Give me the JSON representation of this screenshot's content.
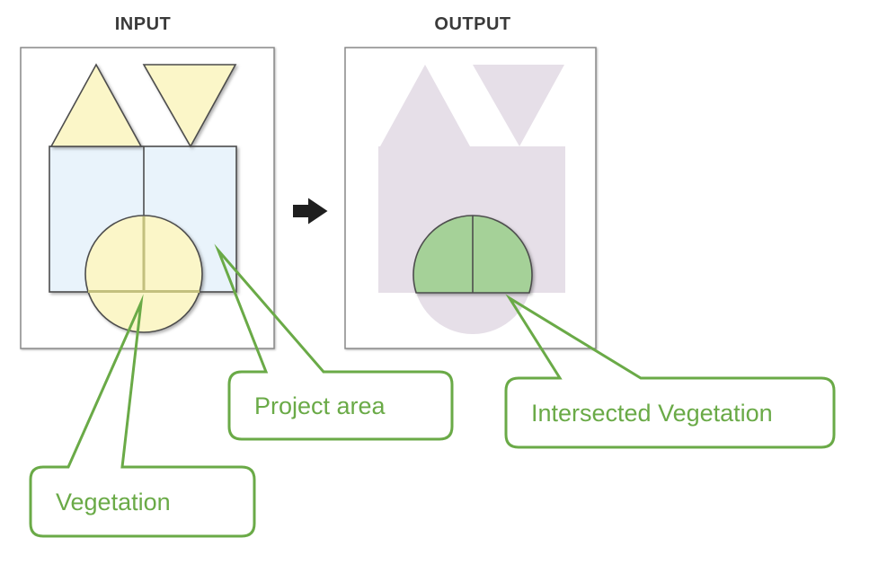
{
  "titles": {
    "input": "INPUT",
    "output": "OUTPUT"
  },
  "callouts": {
    "vegetation": "Vegetation",
    "project_area": "Project area",
    "intersected_vegetation": "Intersected Vegetation"
  },
  "icons": {
    "transform_arrow": "right-arrow"
  },
  "colors": {
    "vegetation_fill": "#fbf6c8",
    "project_area_fill": "#e9f3fb",
    "silhouette_fill": "#e6dfe8",
    "intersected_fill": "#a5d198",
    "callout_green": "#6aaa47",
    "shape_outline": "#4d4d4d",
    "panel_border": "#8a8a8a",
    "title_text": "#3a3a3a",
    "arrow": "#1f1f1f",
    "overlap_line": "#c3c07e"
  }
}
